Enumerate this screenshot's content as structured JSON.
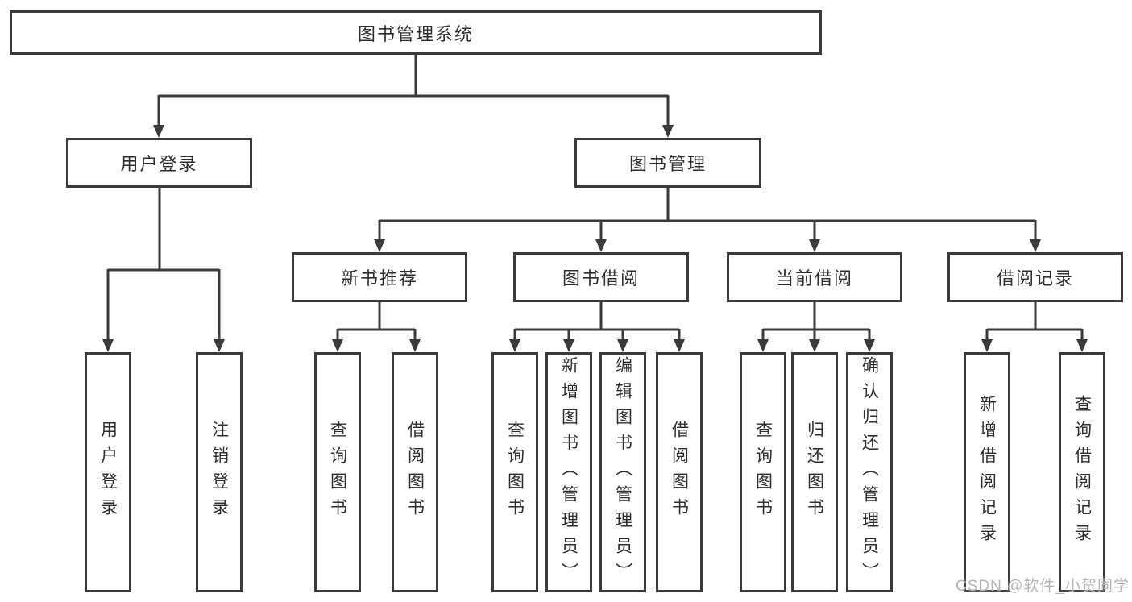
{
  "colors": {
    "line": "#3a3a3a",
    "text": "#2e2e2e",
    "background": "#ffffff",
    "watermark": "#b5b5b5"
  },
  "watermark": {
    "text": "CSDN @软件_小贺同学"
  },
  "tree": {
    "root": {
      "label": "图书管理系统"
    },
    "branches": [
      {
        "label": "用户登录",
        "children": [
          {
            "label": "用户登录"
          },
          {
            "label": "注销登录"
          }
        ]
      },
      {
        "label": "图书管理",
        "children": [
          {
            "label": "新书推荐",
            "children": [
              {
                "label": "查询图书"
              },
              {
                "label": "借阅图书"
              }
            ]
          },
          {
            "label": "图书借阅",
            "children": [
              {
                "label": "查询图书"
              },
              {
                "label": "新增图书（管理员）"
              },
              {
                "label": "编辑图书（管理员）"
              },
              {
                "label": "借阅图书"
              }
            ]
          },
          {
            "label": "当前借阅",
            "children": [
              {
                "label": "查询图书"
              },
              {
                "label": "归还图书"
              },
              {
                "label": "确认归还（管理员）"
              }
            ]
          },
          {
            "label": "借阅记录",
            "children": [
              {
                "label": "新增借阅记录"
              },
              {
                "label": "查询借阅记录"
              }
            ]
          }
        ]
      }
    ]
  }
}
